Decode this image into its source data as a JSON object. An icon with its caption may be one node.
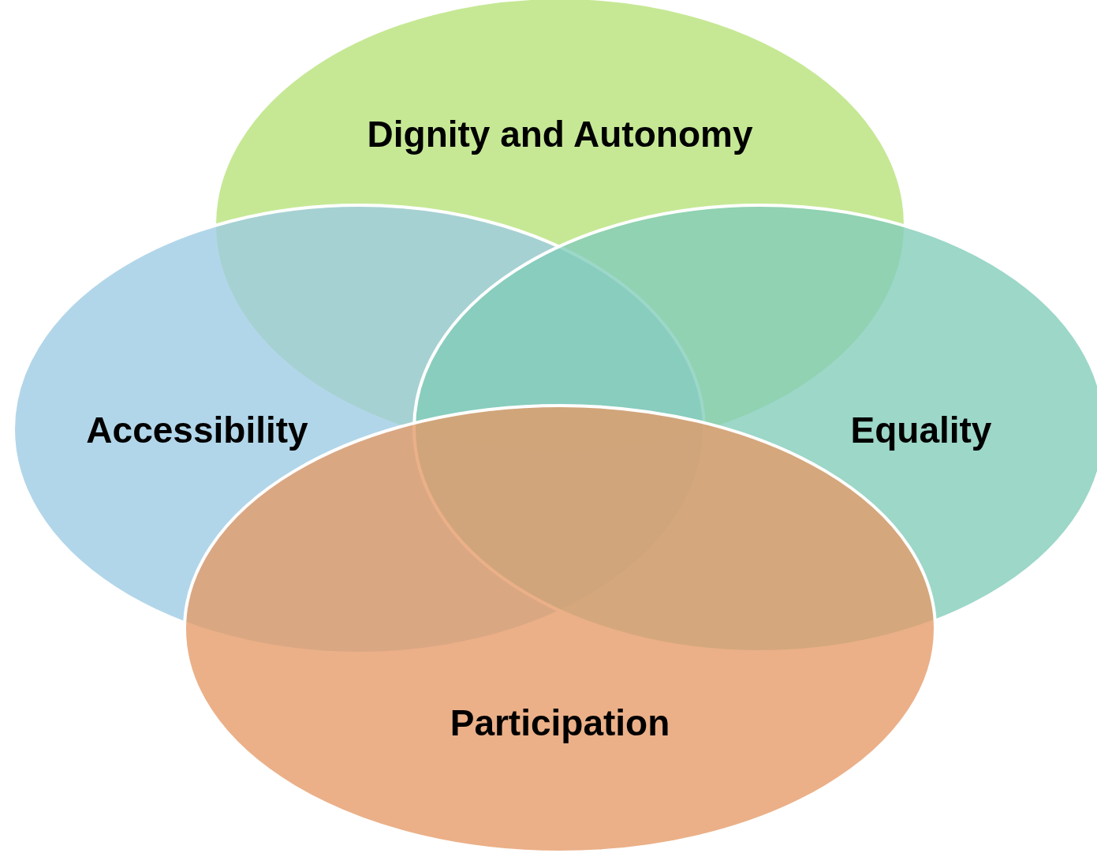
{
  "diagram": {
    "nodes": [
      {
        "text": [
          "Dignity and Autonomy"
        ]
      },
      {
        "text": [
          "Accessibility"
        ]
      },
      {
        "text": [
          "Equality"
        ]
      },
      {
        "text": [
          "Participation"
        ]
      }
    ]
  }
}
